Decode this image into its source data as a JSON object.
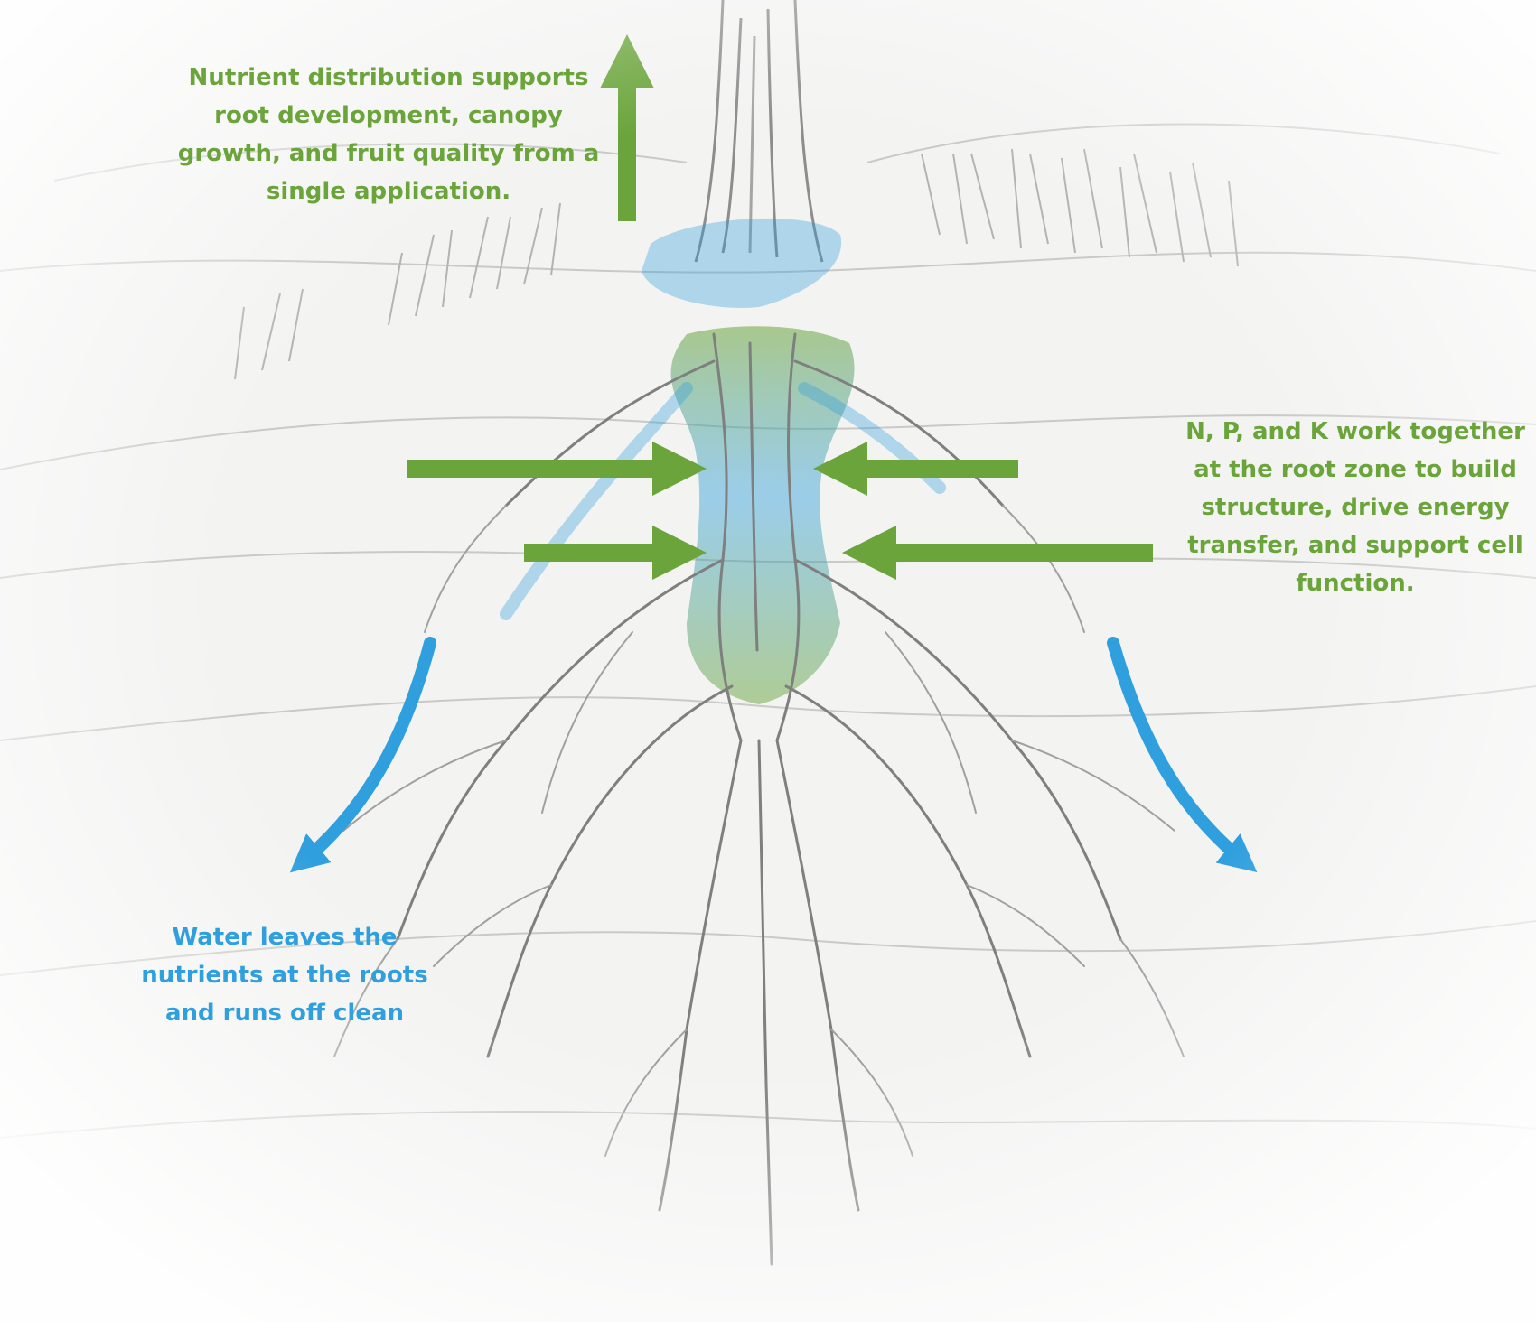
{
  "captions": {
    "nutrient_distribution": "Nutrient distribution supports\nroot development, canopy\ngrowth, and fruit quality from a\nsingle application.",
    "npk_root_zone": "N, P, and K work together\nat the root zone to build\nstructure, drive energy\ntransfer, and support cell\nfunction.",
    "water_runoff": "Water leaves the\nnutrients at the roots\nand runs off clean"
  },
  "colors": {
    "nutrient_green": "#6aa43a",
    "water_blue": "#2f9fdd",
    "sketch_gray": "#8d8d8d",
    "background": "#f3f3f2"
  },
  "icons": {
    "tree": "tree-roots-sketch",
    "up": "arrow-up-icon",
    "inward": "arrow-right-icon",
    "outward_curve": "curved-arrow-down-icon"
  }
}
